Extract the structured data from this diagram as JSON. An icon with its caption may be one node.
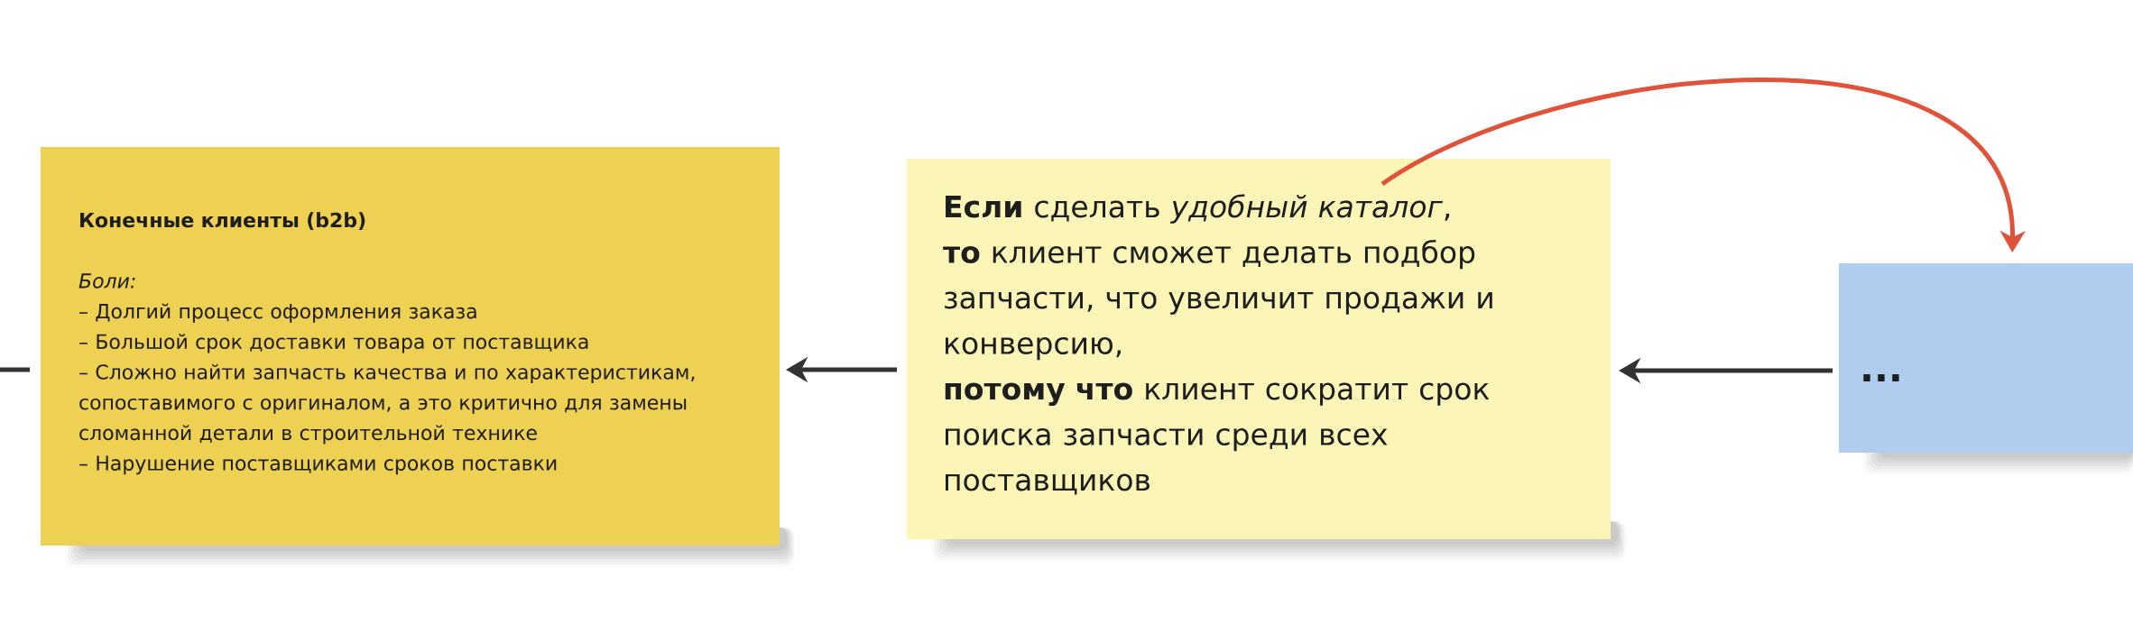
{
  "diagram": {
    "nodes": [
      {
        "text": [
          "Конечные клиенты (b2b)",
          "Боли:",
          "– Долгий процесс оформления заказа",
          "– Большой срок доставки товара от поставщика",
          "– Сложно найти запчасть качества и по характеристикам, сопоставимого с оригиналом, а это критично для замены сломанной детали в строительной технике",
          "– Нарушение поставщиками сроков поставки"
        ]
      },
      {
        "text": [
          "**Если** сделать *удобный каталог*,",
          "**то** клиент сможет делать подбор запчасти, что увеличит продажи и конверсию,",
          "**потому что** клиент сократит срок поиска запчасти среди всех поставщиков"
        ]
      },
      {
        "text": [
          "..."
        ]
      }
    ],
    "edges": [
      {
        "from": 1,
        "to": 0,
        "arrow": "to"
      },
      {
        "from": 2,
        "to": 1,
        "arrow": "to"
      },
      {
        "from": 1,
        "to": 2,
        "arrow": "to",
        "color": "#e0533a"
      },
      {
        "from": 0,
        "to": null,
        "arrow": "none"
      }
    ]
  }
}
